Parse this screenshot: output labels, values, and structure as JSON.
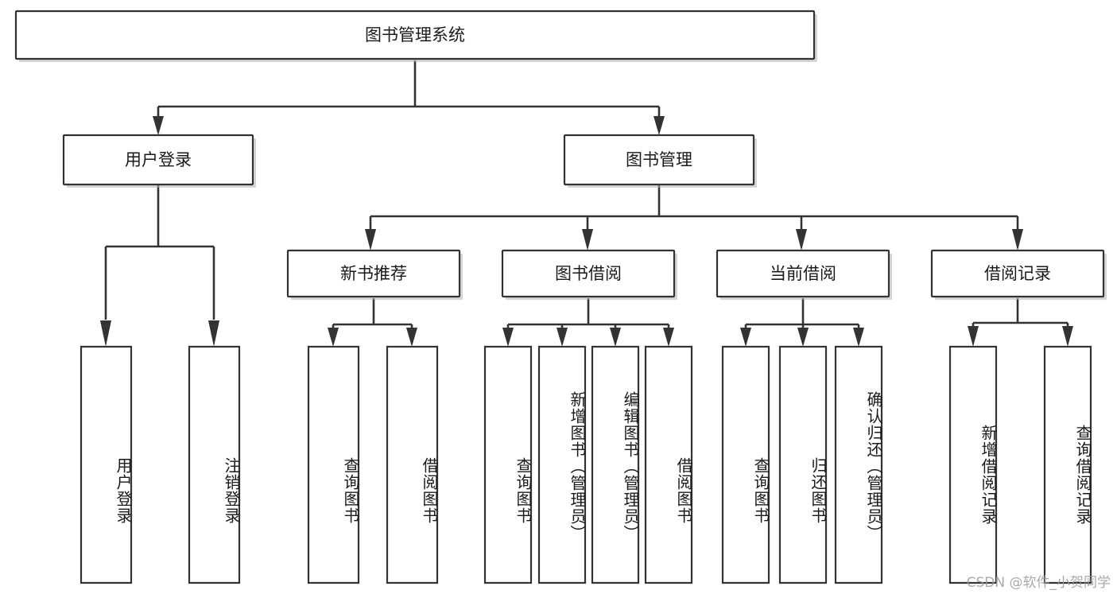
{
  "diagram": {
    "title": "图书管理系统",
    "type": "tree",
    "watermark": "CSDN @软件_小贺同学",
    "colors": {
      "box_fill": "#ffffff",
      "box_stroke": "#333333",
      "connector": "#333333",
      "text": "#1a1a1a",
      "watermark": "#9b9b9b",
      "background": "#ffffff"
    },
    "levels": {
      "root": {
        "label": "图书管理系统"
      },
      "level2": [
        {
          "label": "用户登录"
        },
        {
          "label": "图书管理"
        }
      ],
      "level3": [
        {
          "label": "新书推荐"
        },
        {
          "label": "图书借阅"
        },
        {
          "label": "当前借阅"
        },
        {
          "label": "借阅记录"
        }
      ]
    },
    "leaves": {
      "user_login": [
        {
          "label": "用户登录"
        },
        {
          "label": "注销登录"
        }
      ],
      "new_book_recommend": [
        {
          "label": "查询图书"
        },
        {
          "label": "借阅图书"
        }
      ],
      "book_borrow": [
        {
          "label": "查询图书"
        },
        {
          "label": "新增图书（管理员）"
        },
        {
          "label": "编辑图书（管理员）"
        },
        {
          "label": "借阅图书"
        }
      ],
      "current_borrow": [
        {
          "label": "查询图书"
        },
        {
          "label": "归还图书"
        },
        {
          "label": "确认归还（管理员）"
        }
      ],
      "borrow_record": [
        {
          "label": "新增借阅记录"
        },
        {
          "label": "查询借阅记录"
        }
      ]
    }
  }
}
